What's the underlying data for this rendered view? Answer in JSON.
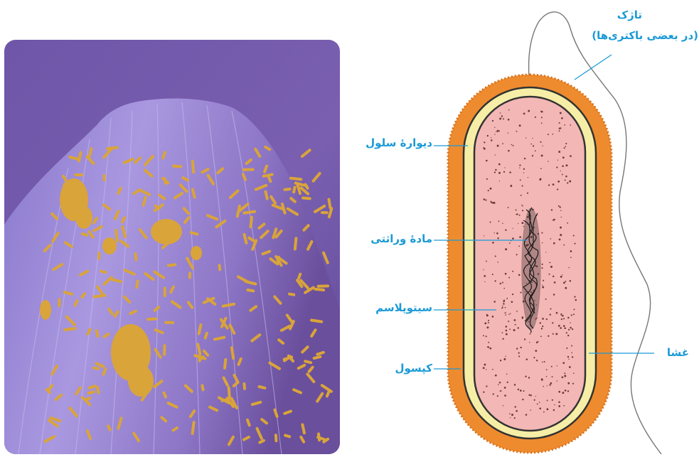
{
  "labels": {
    "flagellum": "تاژک",
    "flagellum_note": "(در بعضی باکتری‌ها)",
    "cell_wall": "دیوارهٔ سلول",
    "genetic_material": "مادهٔ وراثتی",
    "cytoplasm": "سیتوپلاسم",
    "capsule": "کپسول",
    "membrane": "غشا"
  },
  "colors": {
    "label": "#1b9ad6",
    "capsule": "#ee8b2e",
    "cell_wall": "#f6eea6",
    "cytoplasm": "#f3b7b5",
    "photo_background": "#8567b8",
    "bacteria": "#d9a43a"
  }
}
